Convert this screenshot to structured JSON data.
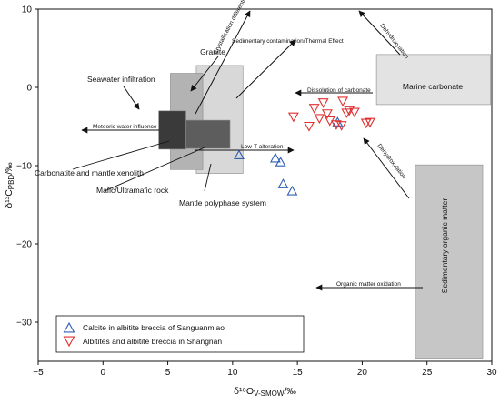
{
  "chart_data": {
    "type": "scatter",
    "xlabel": "δ¹⁸O",
    "xlabel_sub": "V-SMOW",
    "xlabel_unit": "/‰",
    "ylabel": "δ¹³C",
    "ylabel_sub": "PBD",
    "ylabel_unit": "/‰",
    "xlim": [
      -5,
      30
    ],
    "ylim": [
      -35,
      10
    ],
    "xticks": [
      -5,
      0,
      5,
      10,
      15,
      20,
      25,
      30
    ],
    "yticks": [
      -30,
      -20,
      -10,
      0,
      10
    ],
    "grid": false,
    "series": [
      {
        "name": "Calcite in albitite breccia of Sanguanmiao",
        "marker": "triangle-up",
        "color": "#2f5fb3",
        "points": [
          {
            "x": 10.5,
            "y": -8.6
          },
          {
            "x": 13.3,
            "y": -9.0
          },
          {
            "x": 13.7,
            "y": -9.5
          },
          {
            "x": 13.9,
            "y": -12.3
          },
          {
            "x": 14.6,
            "y": -13.2
          },
          {
            "x": 18.1,
            "y": -4.4
          }
        ]
      },
      {
        "name": "Albitites and albitite breccia in Shangnan",
        "marker": "triangle-down",
        "color": "#e03030",
        "points": [
          {
            "x": 14.7,
            "y": -3.8
          },
          {
            "x": 15.9,
            "y": -5.0
          },
          {
            "x": 16.3,
            "y": -2.7
          },
          {
            "x": 16.7,
            "y": -4.0
          },
          {
            "x": 17.0,
            "y": -2.0
          },
          {
            "x": 17.3,
            "y": -3.4
          },
          {
            "x": 17.5,
            "y": -4.3
          },
          {
            "x": 18.0,
            "y": -4.8
          },
          {
            "x": 18.4,
            "y": -4.9
          },
          {
            "x": 18.5,
            "y": -1.8
          },
          {
            "x": 18.8,
            "y": -3.3
          },
          {
            "x": 19.0,
            "y": -3.0
          },
          {
            "x": 19.4,
            "y": -3.2
          },
          {
            "x": 20.3,
            "y": -4.6
          },
          {
            "x": 20.6,
            "y": -4.5
          }
        ]
      }
    ],
    "regions": [
      {
        "name": "Granite",
        "x": [
          7.2,
          10.8
        ],
        "y": [
          -11.0,
          2.8
        ],
        "color": "#d8d8d8"
      },
      {
        "name": "Seawater infiltration",
        "x": [
          5.2,
          7.7
        ],
        "y": [
          -10.5,
          1.8
        ],
        "color": "#b3b3b3"
      },
      {
        "name": "Carbonatite and mantle xenolith",
        "x": [
          4.3,
          6.4
        ],
        "y": [
          -7.9,
          -3.0
        ],
        "color": "#3a3a3a"
      },
      {
        "name": "Mafic/Ultramafic rock",
        "x": [
          6.4,
          9.8
        ],
        "y": [
          -7.8,
          -4.2
        ],
        "color": "#5d5d5d"
      },
      {
        "name": "Marine carbonate",
        "x": [
          21.1,
          29.9
        ],
        "y": [
          -2.2,
          4.2
        ],
        "color": "#e3e3e3"
      },
      {
        "name": "Sedimentary organic matter",
        "x": [
          24.1,
          29.3
        ],
        "y": [
          -34.6,
          -9.9
        ],
        "color": "#c6c6c6"
      }
    ],
    "region_labels": [
      {
        "text": "Seawater infiltration",
        "size": "lbl"
      },
      {
        "text": "Granite",
        "size": "lbl"
      },
      {
        "text": "Carbonatite and mantle xenolith",
        "size": "lbl"
      },
      {
        "text": "Mafic/Ultramafic rock",
        "size": "lbl"
      },
      {
        "text": "Mantle polyphase system",
        "size": "lbl"
      },
      {
        "text": "Marine carbonate",
        "size": "lbl"
      },
      {
        "text": "Sedimentary organic matter",
        "size": "lbl"
      }
    ],
    "process_labels": [
      {
        "text": "Crystallization differentiation"
      },
      {
        "text": "Sedimentary contamination/Thermal Effect"
      },
      {
        "text": "Dehydroxylation"
      },
      {
        "text": "Dissolution of carbonate"
      },
      {
        "text": "Meteoric water influence"
      },
      {
        "text": "Low-T alteration"
      },
      {
        "text": "Dehydroxylation"
      },
      {
        "text": "Organic matter oxidation"
      }
    ],
    "legend_position": "bottom-left"
  }
}
